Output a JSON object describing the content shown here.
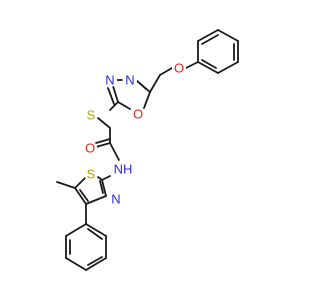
{
  "molecule": {
    "colors": {
      "bond": "#1a1a1a",
      "O": "#e8261e",
      "N": "#2b2bd9",
      "S": "#b9a300"
    },
    "atoms": [
      {
        "id": "a_O_ether",
        "element": "O",
        "label": "O"
      },
      {
        "id": "a_N_oxa_left",
        "element": "N",
        "label": "N"
      },
      {
        "id": "a_N_oxa_right",
        "element": "N",
        "label": "N"
      },
      {
        "id": "a_O_oxa",
        "element": "O",
        "label": "O"
      },
      {
        "id": "a_S_thioether",
        "element": "S",
        "label": "S"
      },
      {
        "id": "a_O_carbonyl",
        "element": "O",
        "label": "O"
      },
      {
        "id": "a_NH_amide",
        "element": "N",
        "label": "NH"
      },
      {
        "id": "a_S_thiazole",
        "element": "S",
        "label": "S"
      },
      {
        "id": "a_N_thiazole",
        "element": "N",
        "label": "N"
      }
    ]
  }
}
